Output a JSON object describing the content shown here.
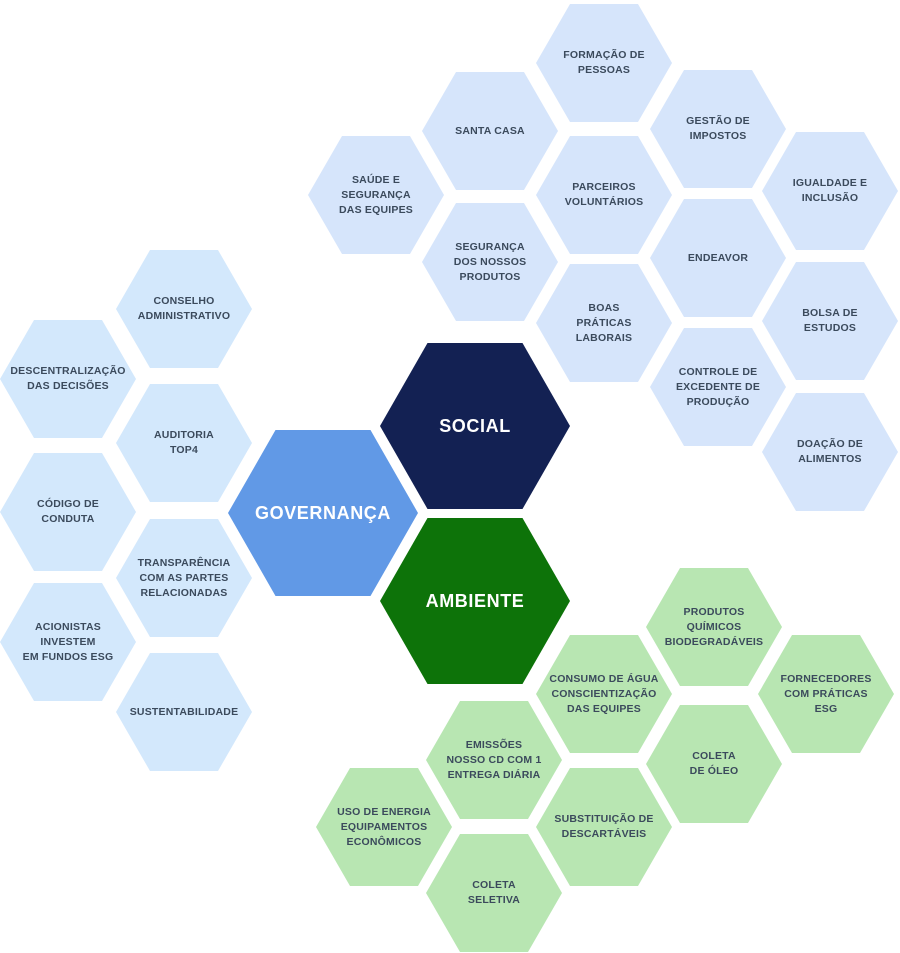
{
  "colors": {
    "social_main": "#132153",
    "governance_main": "#6199e6",
    "environment_main": "#0d7309",
    "social_cell": "#d6e5fb",
    "governance_cell": "#d3e8fc",
    "environment_cell": "#b8e6b2",
    "cell_text": "#3b4a5c"
  },
  "main": {
    "social": "SOCIAL",
    "governance": "GOVERNANÇA",
    "environment": "AMBIENTE"
  },
  "social": [
    "FORMAÇÃO DE\nPESSOAS",
    "SANTA CASA",
    "GESTÃO DE\nIMPOSTOS",
    "SAÚDE E\nSEGURANÇA\nDAS EQUIPES",
    "PARCEIROS\nVOLUNTÁRIOS",
    "IGUALDADE E\nINCLUSÃO",
    "SEGURANÇA\nDOS NOSSOS\nPRODUTOS",
    "ENDEAVOR",
    "BOAS\nPRÁTICAS\nLABORAIS",
    "BOLSA DE\nESTUDOS",
    "CONTROLE DE\nEXCEDENTE DE\nPRODUÇÃO",
    "DOAÇÃO DE\nALIMENTOS"
  ],
  "governance": [
    "CONSELHO\nADMINISTRATIVO",
    "DESCENTRALIZAÇÃO\nDAS DECISÕES",
    "AUDITORIA\nTOP4",
    "CÓDIGO DE\nCONDUTA",
    "TRANSPARÊNCIA\nCOM AS PARTES\nRELACIONADAS",
    "ACIONISTAS\nINVESTEM\nEM FUNDOS ESG",
    "SUSTENTABILIDADE"
  ],
  "environment": [
    "PRODUTOS\nQUÍMICOS\nBIODEGRADÁVEIS",
    "CONSUMO DE ÁGUA\nCONSCIENTIZAÇÃO\nDAS EQUIPES",
    "FORNECEDORES\nCOM PRÁTICAS\nESG",
    "EMISSÕES\nNOSSO CD COM 1\nENTREGA DIÁRIA",
    "COLETA\nDE ÓLEO",
    "USO DE ENERGIA\nEQUIPAMENTOS\nECONÔMICOS",
    "SUBSTITUIÇÃO DE\nDESCARTÁVEIS",
    "COLETA\nSELETIVA"
  ]
}
